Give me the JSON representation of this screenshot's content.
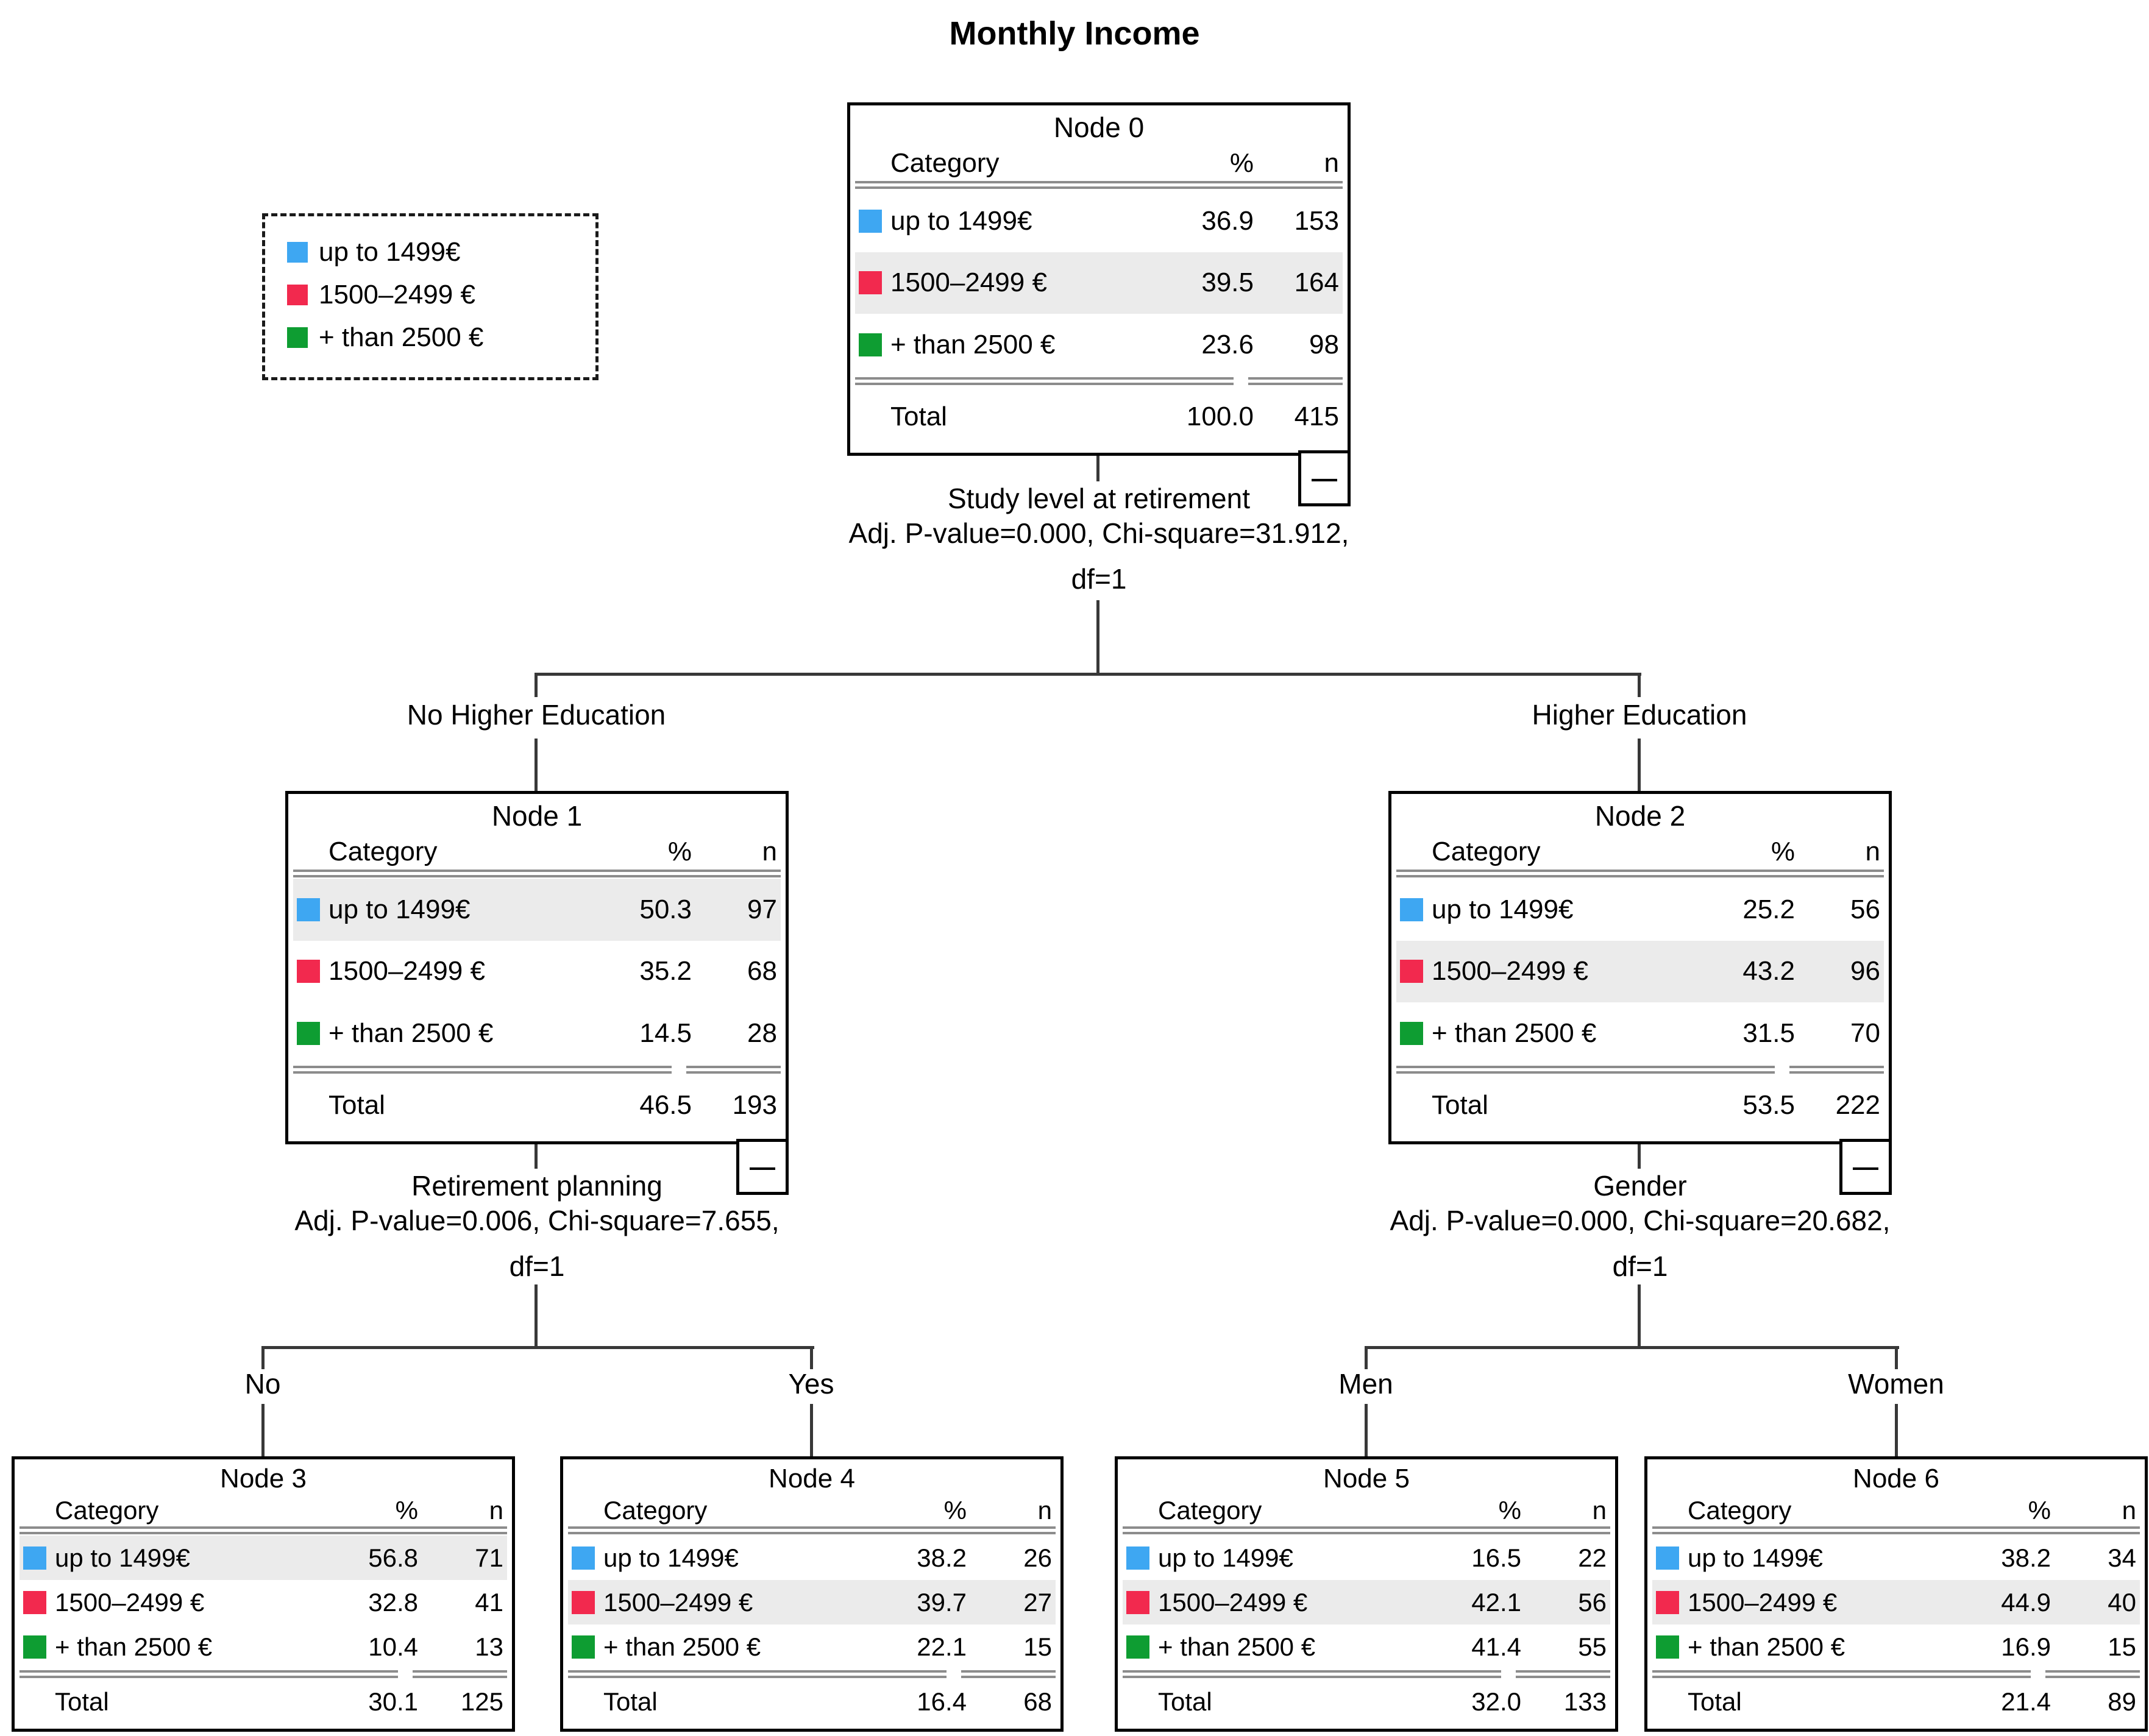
{
  "title": "Monthly Income",
  "legend": {
    "items": [
      {
        "label": "up to 1499€",
        "color": "#3EA7F2"
      },
      {
        "label": "1500–2499 €",
        "color": "#F2294E"
      },
      {
        "label": "+ than 2500 €",
        "color": "#0E9D32"
      }
    ]
  },
  "table_header": {
    "category": "Category",
    "pct": "%",
    "n": "n"
  },
  "collapse_glyph": "—",
  "splits": [
    {
      "variable": "Study level at retirement",
      "stats": "Adj. P-value=0.000, Chi-square=31.912,",
      "df": "df=1",
      "left_branch": "No Higher Education",
      "right_branch": "Higher Education"
    },
    {
      "variable": "Retirement planning",
      "stats": "Adj. P-value=0.006, Chi-square=7.655,",
      "df": "df=1",
      "left_branch": "No",
      "right_branch": "Yes"
    },
    {
      "variable": "Gender",
      "stats": "Adj. P-value=0.000, Chi-square=20.682,",
      "df": "df=1",
      "left_branch": "Men",
      "right_branch": "Women"
    }
  ],
  "nodes": [
    {
      "title": "Node 0",
      "rows": [
        {
          "cat": "up to 1499€",
          "pct": "36.9",
          "n": "153",
          "highlight": false
        },
        {
          "cat": "1500–2499 €",
          "pct": "39.5",
          "n": "164",
          "highlight": true
        },
        {
          "cat": "+ than 2500 €",
          "pct": "23.6",
          "n": "98",
          "highlight": false
        }
      ],
      "total": {
        "label": "Total",
        "pct": "100.0",
        "n": "415"
      }
    },
    {
      "title": "Node 1",
      "rows": [
        {
          "cat": "up to 1499€",
          "pct": "50.3",
          "n": "97",
          "highlight": true
        },
        {
          "cat": "1500–2499 €",
          "pct": "35.2",
          "n": "68",
          "highlight": false
        },
        {
          "cat": "+ than 2500 €",
          "pct": "14.5",
          "n": "28",
          "highlight": false
        }
      ],
      "total": {
        "label": "Total",
        "pct": "46.5",
        "n": "193"
      }
    },
    {
      "title": "Node 2",
      "rows": [
        {
          "cat": "up to 1499€",
          "pct": "25.2",
          "n": "56",
          "highlight": false
        },
        {
          "cat": "1500–2499 €",
          "pct": "43.2",
          "n": "96",
          "highlight": true
        },
        {
          "cat": "+ than 2500 €",
          "pct": "31.5",
          "n": "70",
          "highlight": false
        }
      ],
      "total": {
        "label": "Total",
        "pct": "53.5",
        "n": "222"
      }
    },
    {
      "title": "Node 3",
      "rows": [
        {
          "cat": "up to 1499€",
          "pct": "56.8",
          "n": "71",
          "highlight": true
        },
        {
          "cat": "1500–2499 €",
          "pct": "32.8",
          "n": "41",
          "highlight": false
        },
        {
          "cat": "+ than 2500 €",
          "pct": "10.4",
          "n": "13",
          "highlight": false
        }
      ],
      "total": {
        "label": "Total",
        "pct": "30.1",
        "n": "125"
      }
    },
    {
      "title": "Node 4",
      "rows": [
        {
          "cat": "up to 1499€",
          "pct": "38.2",
          "n": "26",
          "highlight": false
        },
        {
          "cat": "1500–2499 €",
          "pct": "39.7",
          "n": "27",
          "highlight": true
        },
        {
          "cat": "+ than 2500 €",
          "pct": "22.1",
          "n": "15",
          "highlight": false
        }
      ],
      "total": {
        "label": "Total",
        "pct": "16.4",
        "n": "68"
      }
    },
    {
      "title": "Node 5",
      "rows": [
        {
          "cat": "up to 1499€",
          "pct": "16.5",
          "n": "22",
          "highlight": false
        },
        {
          "cat": "1500–2499 €",
          "pct": "42.1",
          "n": "56",
          "highlight": true
        },
        {
          "cat": "+ than 2500 €",
          "pct": "41.4",
          "n": "55",
          "highlight": false
        }
      ],
      "total": {
        "label": "Total",
        "pct": "32.0",
        "n": "133"
      }
    },
    {
      "title": "Node 6",
      "rows": [
        {
          "cat": "up to 1499€",
          "pct": "38.2",
          "n": "34",
          "highlight": false
        },
        {
          "cat": "1500–2499 €",
          "pct": "44.9",
          "n": "40",
          "highlight": true
        },
        {
          "cat": "+ than 2500 €",
          "pct": "16.9",
          "n": "15",
          "highlight": false
        }
      ],
      "total": {
        "label": "Total",
        "pct": "21.4",
        "n": "89"
      }
    }
  ],
  "colors": {
    "cat_blue": "#3EA7F2",
    "cat_red": "#F2294E",
    "cat_green": "#0E9D32",
    "row_highlight": "#EBEBEB",
    "connector": "#383838"
  }
}
